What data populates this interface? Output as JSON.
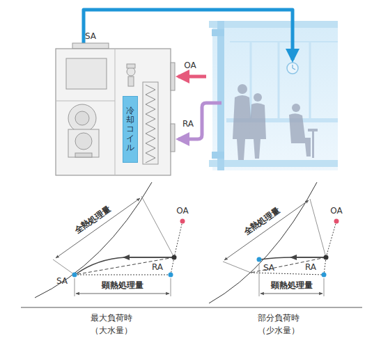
{
  "diagram": {
    "nodes": [
      {
        "text": [
          "冷却コイル"
        ]
      }
    ],
    "labels": [
      "SA",
      "OA",
      "RA",
      "全熱処理量",
      "OA",
      "RA",
      "SA",
      "顕熱処理量",
      "最大負荷時 （大水量）",
      "全熱処理量",
      "OA",
      "RA",
      "SA",
      "顕熱処理量",
      "部分負荷時 （少水量）"
    ]
  }
}
